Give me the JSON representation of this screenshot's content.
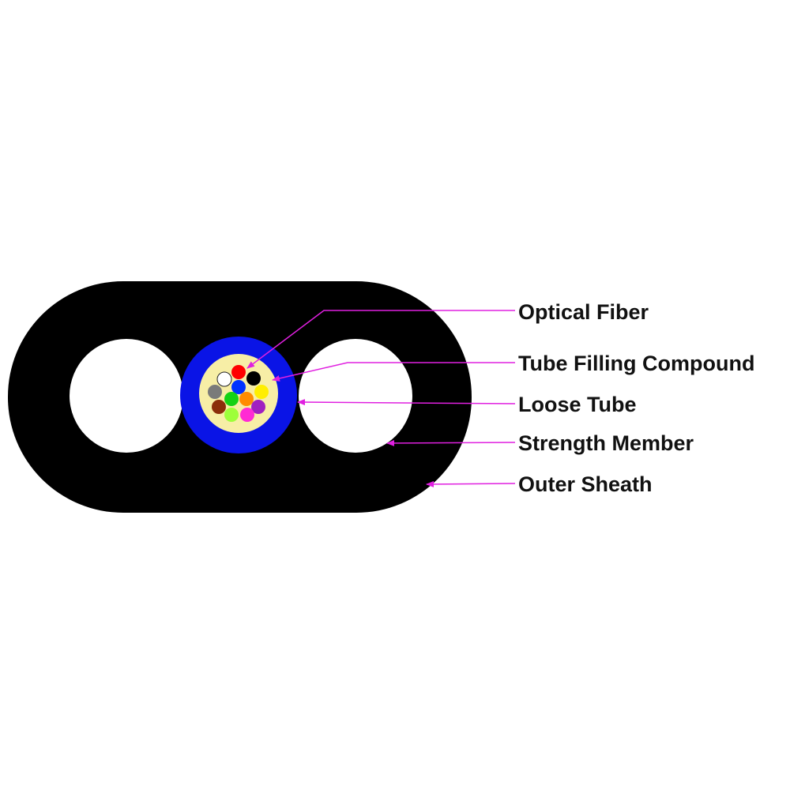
{
  "labels": {
    "optical_fiber": "Optical Fiber",
    "tube_filling_compound": "Tube Filling Compound",
    "loose_tube": "Loose Tube",
    "strength_member": "Strength Member",
    "outer_sheath": "Outer Sheath"
  },
  "colors": {
    "sheath": "#000000",
    "strength_member": "#ffffff",
    "loose_tube": "#0a14e6",
    "filling_compound": "#f7eea6",
    "leader_line": "#e020e0",
    "label_text": "#111111",
    "fibers": [
      "#ffffff",
      "#ff0000",
      "#000000",
      "#7a7a7a",
      "#0033ff",
      "#ffee00",
      "#8b2e0a",
      "#14d214",
      "#ff8c00",
      "#a020c0",
      "#9dff3a",
      "#ff2ad4"
    ]
  }
}
